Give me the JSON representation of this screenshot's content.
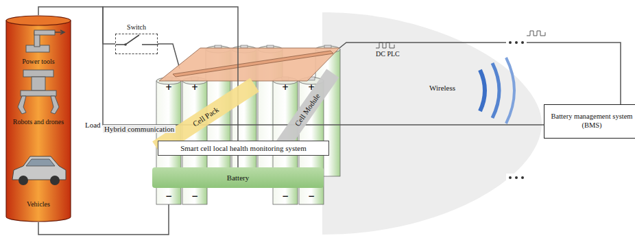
{
  "diagram": {
    "nodes": [
      {
        "text": [
          "Power tools",
          "Robots and drones",
          "Vehicles"
        ]
      },
      {
        "text": [
          "Switch"
        ]
      },
      {
        "text": [
          "Cell Pack"
        ]
      },
      {
        "text": [
          "Cell Module"
        ]
      },
      {
        "text": [
          "Smart cell local health monitoring system"
        ]
      },
      {
        "text": [
          "Battery"
        ]
      },
      {
        "text": [
          "Battery management system (BMS)"
        ]
      }
    ],
    "edges": [
      {
        "from": 0,
        "to": 1,
        "arrow": "none"
      },
      {
        "from": 5,
        "to": 6,
        "arrow": "none",
        "label": "Hybrid communication"
      }
    ],
    "labels": [
      "Load",
      "DC PLC",
      "Wireless",
      "+",
      "+",
      "+",
      "+",
      "−",
      "−",
      "−",
      "−"
    ]
  }
}
